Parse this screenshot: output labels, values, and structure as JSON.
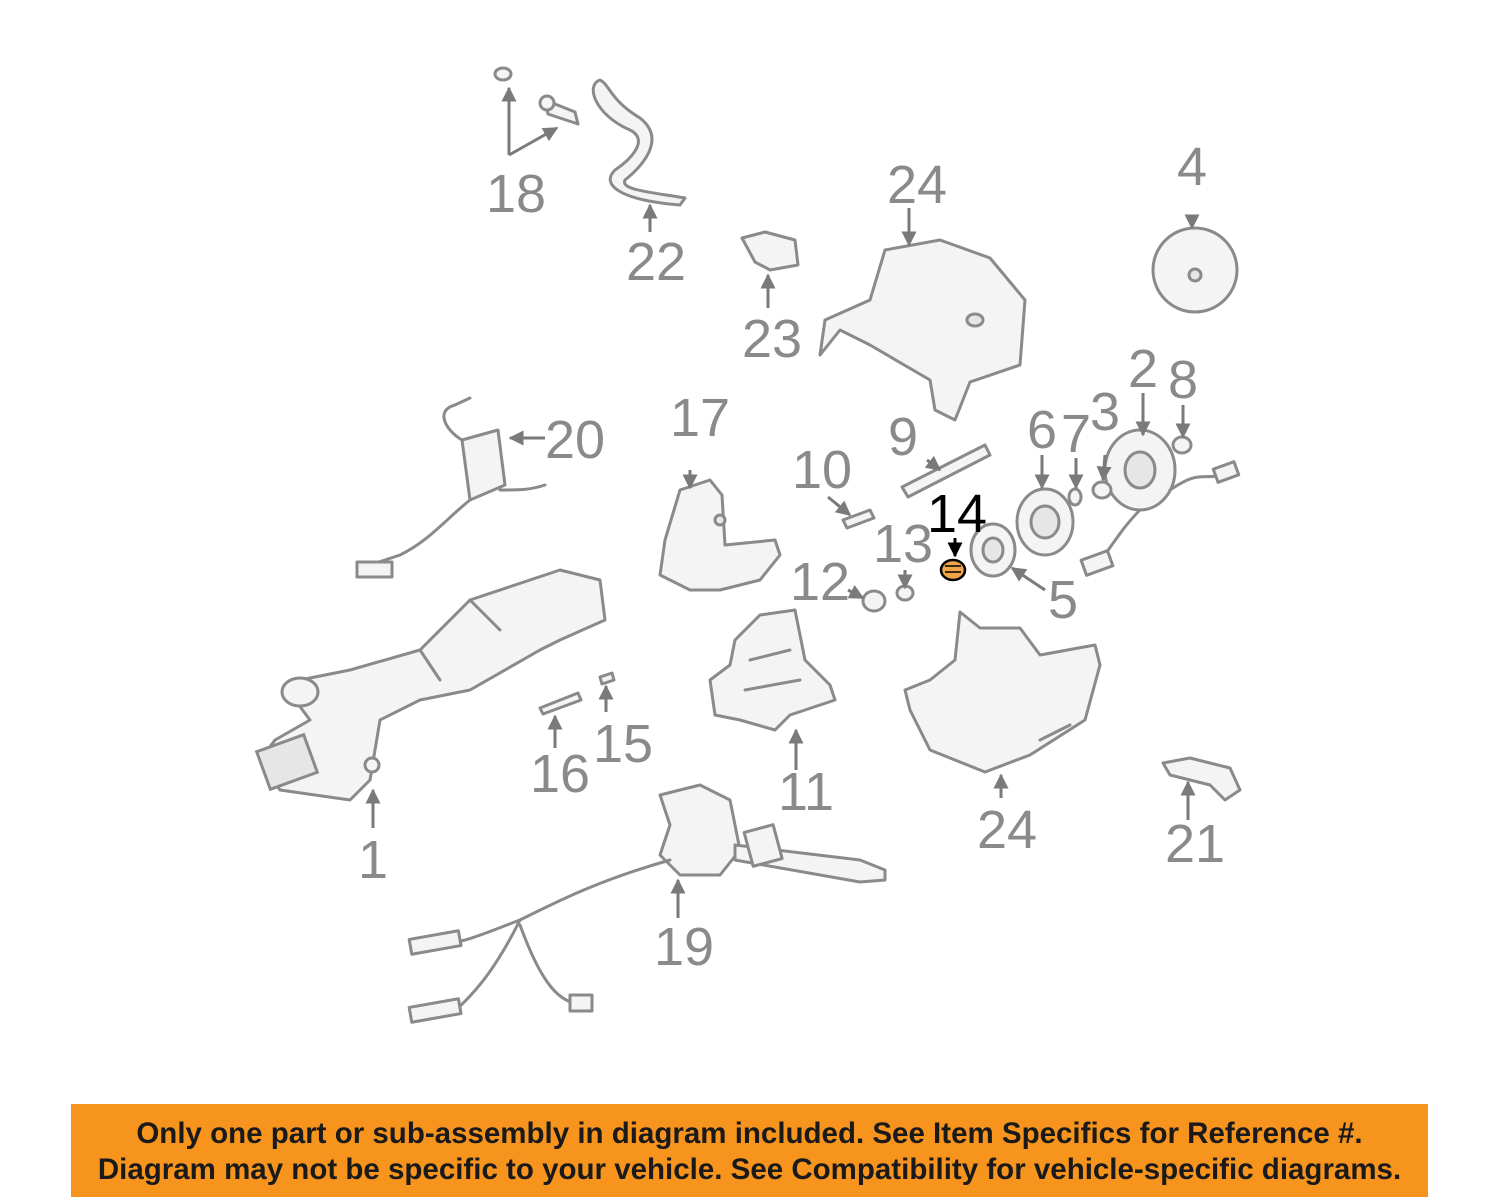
{
  "callouts": {
    "c1": "1",
    "c2": "2",
    "c3": "3",
    "c4": "4",
    "c5": "5",
    "c6": "6",
    "c7": "7",
    "c8": "8",
    "c9": "9",
    "c10": "10",
    "c11": "11",
    "c12": "12",
    "c13": "13",
    "c14": "14",
    "c15": "15",
    "c16": "16",
    "c17": "17",
    "c18": "18",
    "c19": "19",
    "c20": "20",
    "c21": "21",
    "c22": "22",
    "c23": "23",
    "c24_top": "24",
    "c24_bottom": "24"
  },
  "highlighted_part": "14",
  "colors": {
    "highlight": "#f0a44a",
    "banner": "#f7941d",
    "line": "#8a8a8a"
  },
  "banner": {
    "line1": "Only one part or sub-assembly in diagram included. See Item Specifics for Reference #.",
    "line2": "Diagram may not be specific to your vehicle. See Compatibility for vehicle-specific diagrams."
  }
}
